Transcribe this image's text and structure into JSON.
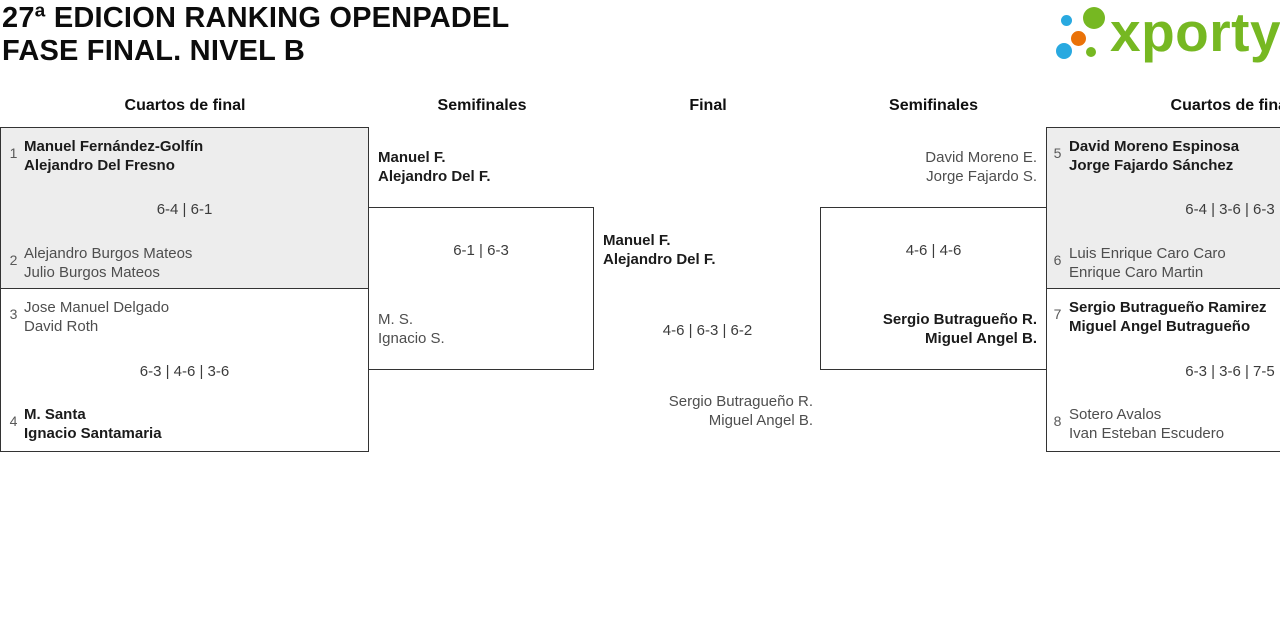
{
  "header": {
    "title_line1": "27ª EDICION RANKING OPENPADEL",
    "title_line2": "FASE FINAL. NIVEL B",
    "logo_text": "xporty"
  },
  "rounds": {
    "qf_left": "Cuartos de final",
    "sf_left": "Semifinales",
    "final": "Final",
    "sf_right": "Semifinales",
    "qf_right": "Cuartos de final"
  },
  "matches": {
    "qf1": {
      "seed_a": "1",
      "team_a_p1": "Manuel Fernández-Golfín",
      "team_a_p2": "Alejandro Del Fresno",
      "score": "6-4 | 6-1",
      "seed_b": "2",
      "team_b_p1": "Alejandro Burgos Mateos",
      "team_b_p2": "Julio Burgos Mateos"
    },
    "qf2": {
      "seed_a": "3",
      "team_a_p1": "Jose Manuel Delgado",
      "team_a_p2": "David Roth",
      "score": "6-3 | 4-6 | 3-6",
      "seed_b": "4",
      "team_b_p1": "M. Santa",
      "team_b_p2": "Ignacio Santamaria"
    },
    "sf1": {
      "team_a_p1": "Manuel F.",
      "team_a_p2": "Alejandro Del F.",
      "score": "6-1 | 6-3",
      "team_b_p1": "M. S.",
      "team_b_p2": "Ignacio S."
    },
    "final": {
      "team_a_p1": "Manuel F.",
      "team_a_p2": "Alejandro Del F.",
      "score": "4-6 | 6-3 | 6-2",
      "team_b_p1": "Sergio Butragueño R.",
      "team_b_p2": "Miguel Angel B."
    },
    "sf2": {
      "team_a_p1": "David Moreno E.",
      "team_a_p2": "Jorge Fajardo S.",
      "score": "4-6 | 4-6",
      "team_b_p1": "Sergio Butragueño R.",
      "team_b_p2": "Miguel Angel B."
    },
    "qf3": {
      "seed_a": "5",
      "team_a_p1": "David Moreno Espinosa",
      "team_a_p2": "Jorge Fajardo Sánchez",
      "score": "6-4 | 3-6 | 6-3",
      "seed_b": "6",
      "team_b_p1": "Luis Enrique Caro Caro",
      "team_b_p2": "Enrique Caro Martin"
    },
    "qf4": {
      "seed_a": "7",
      "team_a_p1": "Sergio Butragueño Ramirez",
      "team_a_p2": "Miguel Angel Butragueño",
      "score": "6-3 | 3-6 | 7-5",
      "seed_b": "8",
      "team_b_p1": "Sotero Avalos",
      "team_b_p2": "Ivan Esteban Escudero"
    }
  },
  "colors": {
    "logo_green": "#76b822",
    "logo_blue": "#29a9e0",
    "logo_orange": "#ea7208",
    "box_shaded": "#ededed",
    "box_border": "#333333"
  }
}
